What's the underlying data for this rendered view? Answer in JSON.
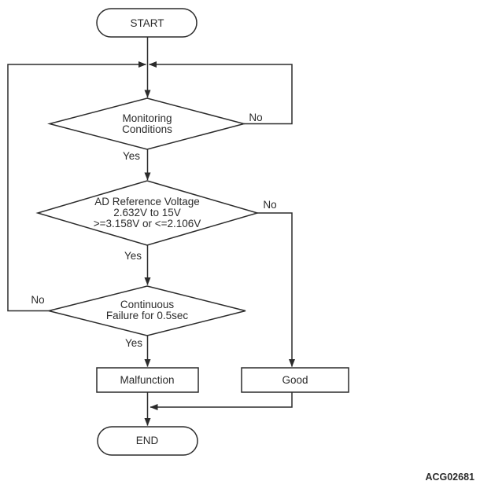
{
  "colors": {
    "line": "#2b2b2b",
    "text": "#2b2b2b",
    "background": "#ffffff"
  },
  "figure_code": "ACG02681",
  "flowchart": {
    "start": {
      "label": "START"
    },
    "decision_monitoring": {
      "line1": "Monitoring",
      "line2": "Conditions",
      "yes_label": "Yes",
      "no_label": "No"
    },
    "decision_voltage": {
      "line1": "AD Reference Voltage",
      "line2": "2.632V to 15V",
      "line3": ">=3.158V or <=2.106V",
      "yes_label": "Yes",
      "no_label": "No"
    },
    "decision_failure": {
      "line1": "Continuous",
      "line2": "Failure for 0.5sec",
      "yes_label": "Yes",
      "no_label": "No"
    },
    "outcome_malfunction": {
      "label": "Malfunction"
    },
    "outcome_good": {
      "label": "Good"
    },
    "end": {
      "label": "END"
    }
  }
}
